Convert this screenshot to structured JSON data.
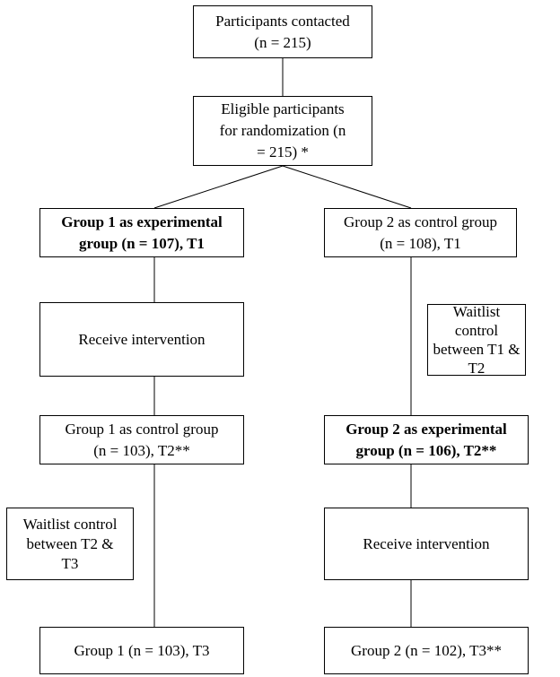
{
  "nodes": {
    "contacted": "Participants contacted (n = 215)",
    "eligible": "Eligible participants for randomization (n = 215) *",
    "group1_exp": "Group 1 as experimental group (n = 107), T1",
    "group2_ctrl": "Group 2 as control group (n = 108), T1",
    "receive1": "Receive intervention",
    "waitlist1": "Waitlist control between T1 & T2",
    "group1_ctrl": "Group 1 as control group (n = 103), T2**",
    "group2_exp": "Group 2 as experimental group (n = 106), T2**",
    "waitlist2": "Waitlist control between T2 & T3",
    "receive2": "Receive intervention",
    "group1_t3": "Group 1 (n = 103), T3",
    "group2_t3": "Group 2 (n = 102), T3**"
  },
  "lines": {
    "contacted_lines": [
      "Participants contacted",
      "(n = 215)"
    ],
    "eligible_lines": [
      "Eligible participants",
      "for randomization (n",
      "= 215) *"
    ],
    "group1_exp_lines": [
      "Group 1 as experimental",
      "group (n = 107), T1"
    ],
    "group2_ctrl_lines": [
      "Group 2 as control group",
      "(n = 108), T1"
    ],
    "waitlist1_lines": [
      "Waitlist",
      "control",
      "between T1 &",
      "T2"
    ],
    "group1_ctrl_lines": [
      "Group 1 as control group",
      "(n = 103), T2**"
    ],
    "group2_exp_lines": [
      "Group 2 as experimental",
      "group (n = 106), T2**"
    ],
    "waitlist2_lines": [
      "Waitlist control",
      "between T2 &",
      "T3"
    ]
  }
}
